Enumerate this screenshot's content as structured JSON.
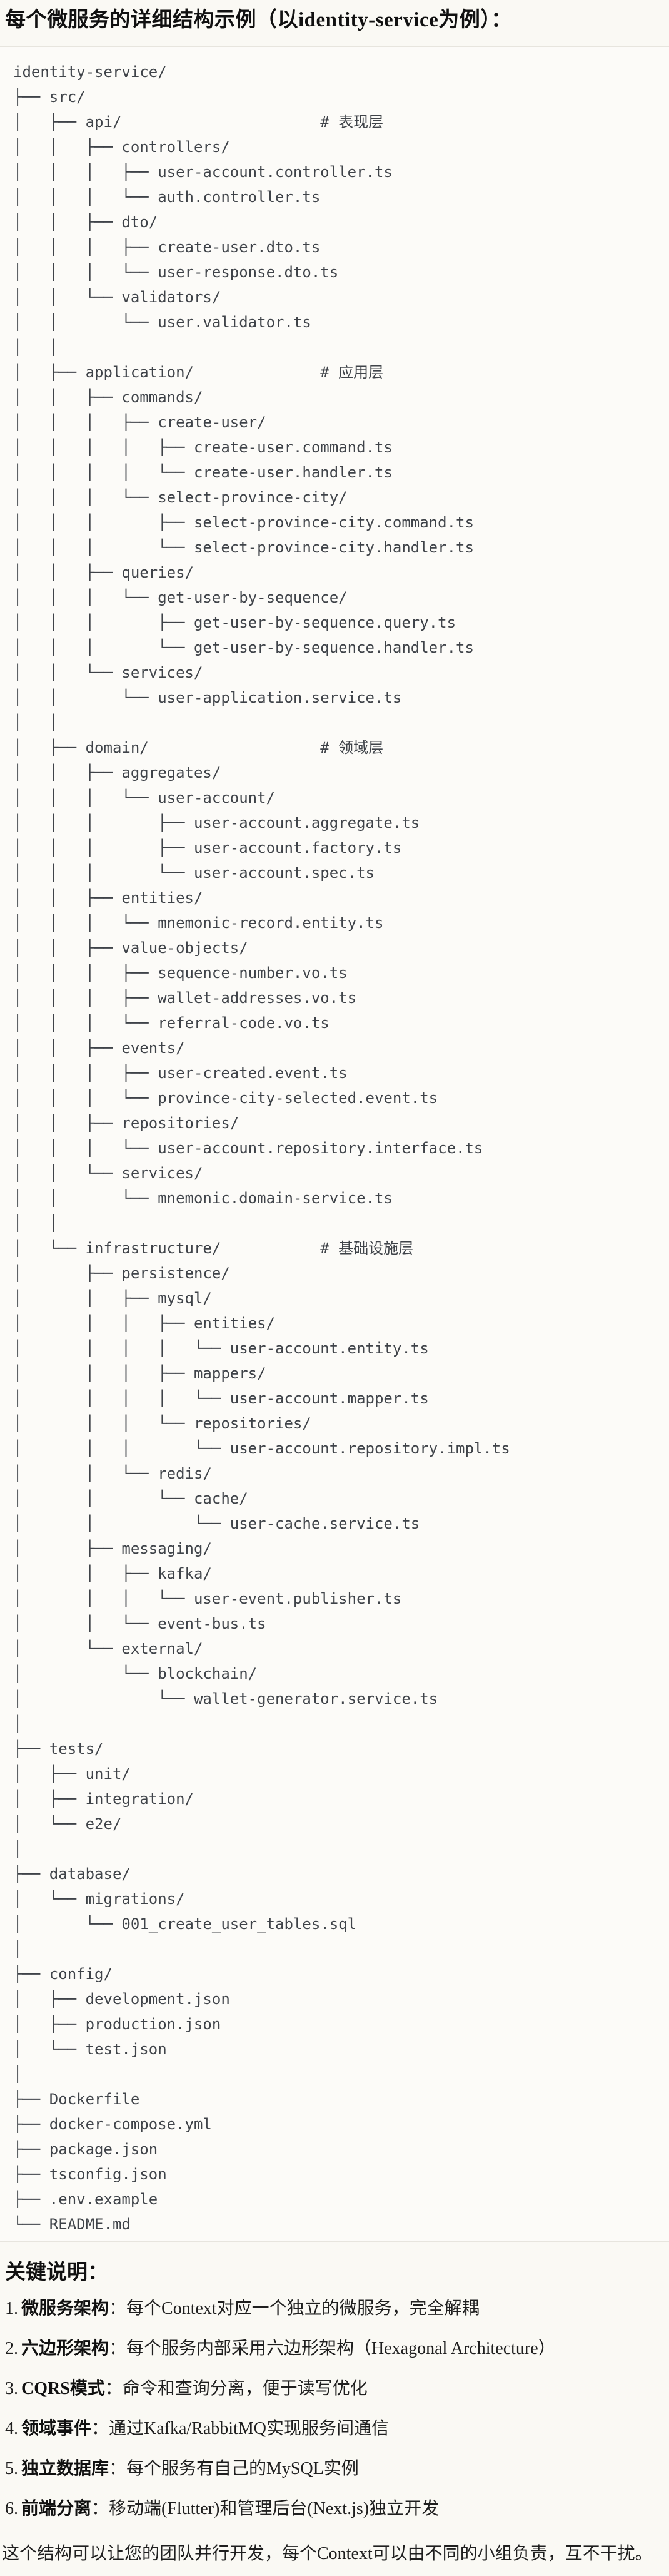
{
  "title": "每个微服务的详细结构示例（以identity-service为例）：",
  "colors": {
    "page_bg": "#faf9f4",
    "code_bg": "#fcfbf8",
    "code_border": "#e7e5de",
    "tree_text": "#3f4349",
    "heading_text": "#111111"
  },
  "tree_lines": [
    "identity-service/",
    "├── src/",
    "│   ├── api/                      # 表现层",
    "│   │   ├── controllers/",
    "│   │   │   ├── user-account.controller.ts",
    "│   │   │   └── auth.controller.ts",
    "│   │   ├── dto/",
    "│   │   │   ├── create-user.dto.ts",
    "│   │   │   └── user-response.dto.ts",
    "│   │   └── validators/",
    "│   │       └── user.validator.ts",
    "│   │",
    "│   ├── application/              # 应用层",
    "│   │   ├── commands/",
    "│   │   │   ├── create-user/",
    "│   │   │   │   ├── create-user.command.ts",
    "│   │   │   │   └── create-user.handler.ts",
    "│   │   │   └── select-province-city/",
    "│   │   │       ├── select-province-city.command.ts",
    "│   │   │       └── select-province-city.handler.ts",
    "│   │   ├── queries/",
    "│   │   │   └── get-user-by-sequence/",
    "│   │   │       ├── get-user-by-sequence.query.ts",
    "│   │   │       └── get-user-by-sequence.handler.ts",
    "│   │   └── services/",
    "│   │       └── user-application.service.ts",
    "│   │",
    "│   ├── domain/                   # 领域层",
    "│   │   ├── aggregates/",
    "│   │   │   └── user-account/",
    "│   │   │       ├── user-account.aggregate.ts",
    "│   │   │       ├── user-account.factory.ts",
    "│   │   │       └── user-account.spec.ts",
    "│   │   ├── entities/",
    "│   │   │   └── mnemonic-record.entity.ts",
    "│   │   ├── value-objects/",
    "│   │   │   ├── sequence-number.vo.ts",
    "│   │   │   ├── wallet-addresses.vo.ts",
    "│   │   │   └── referral-code.vo.ts",
    "│   │   ├── events/",
    "│   │   │   ├── user-created.event.ts",
    "│   │   │   └── province-city-selected.event.ts",
    "│   │   ├── repositories/",
    "│   │   │   └── user-account.repository.interface.ts",
    "│   │   └── services/",
    "│   │       └── mnemonic.domain-service.ts",
    "│   │",
    "│   └── infrastructure/           # 基础设施层",
    "│       ├── persistence/",
    "│       │   ├── mysql/",
    "│       │   │   ├── entities/",
    "│       │   │   │   └── user-account.entity.ts",
    "│       │   │   ├── mappers/",
    "│       │   │   │   └── user-account.mapper.ts",
    "│       │   │   └── repositories/",
    "│       │   │       └── user-account.repository.impl.ts",
    "│       │   └── redis/",
    "│       │       └── cache/",
    "│       │           └── user-cache.service.ts",
    "│       ├── messaging/",
    "│       │   ├── kafka/",
    "│       │   │   └── user-event.publisher.ts",
    "│       │   └── event-bus.ts",
    "│       └── external/",
    "│           └── blockchain/",
    "│               └── wallet-generator.service.ts",
    "│",
    "├── tests/",
    "│   ├── unit/",
    "│   ├── integration/",
    "│   └── e2e/",
    "│",
    "├── database/",
    "│   └── migrations/",
    "│       └── 001_create_user_tables.sql",
    "│",
    "├── config/",
    "│   ├── development.json",
    "│   ├── production.json",
    "│   └── test.json",
    "│",
    "├── Dockerfile",
    "├── docker-compose.yml",
    "├── package.json",
    "├── tsconfig.json",
    "├── .env.example",
    "└── README.md"
  ],
  "notes": {
    "heading": "关键说明：",
    "items": [
      {
        "num": "1.",
        "label": "微服务架构",
        "text": "：每个Context对应一个独立的微服务，完全解耦"
      },
      {
        "num": "2.",
        "label": "六边形架构",
        "text": "：每个服务内部采用六边形架构（Hexagonal Architecture）"
      },
      {
        "num": "3.",
        "label": "CQRS模式",
        "text": "：命令和查询分离，便于读写优化"
      },
      {
        "num": "4.",
        "label": "领域事件",
        "text": "：通过Kafka/RabbitMQ实现服务间通信"
      },
      {
        "num": "5.",
        "label": "独立数据库",
        "text": "：每个服务有自己的MySQL实例"
      },
      {
        "num": "6.",
        "label": "前端分离",
        "text": "：移动端(Flutter)和管理后台(Next.js)独立开发"
      }
    ],
    "footer": "这个结构可以让您的团队并行开发，每个Context可以由不同的小组负责，互不干扰。"
  }
}
